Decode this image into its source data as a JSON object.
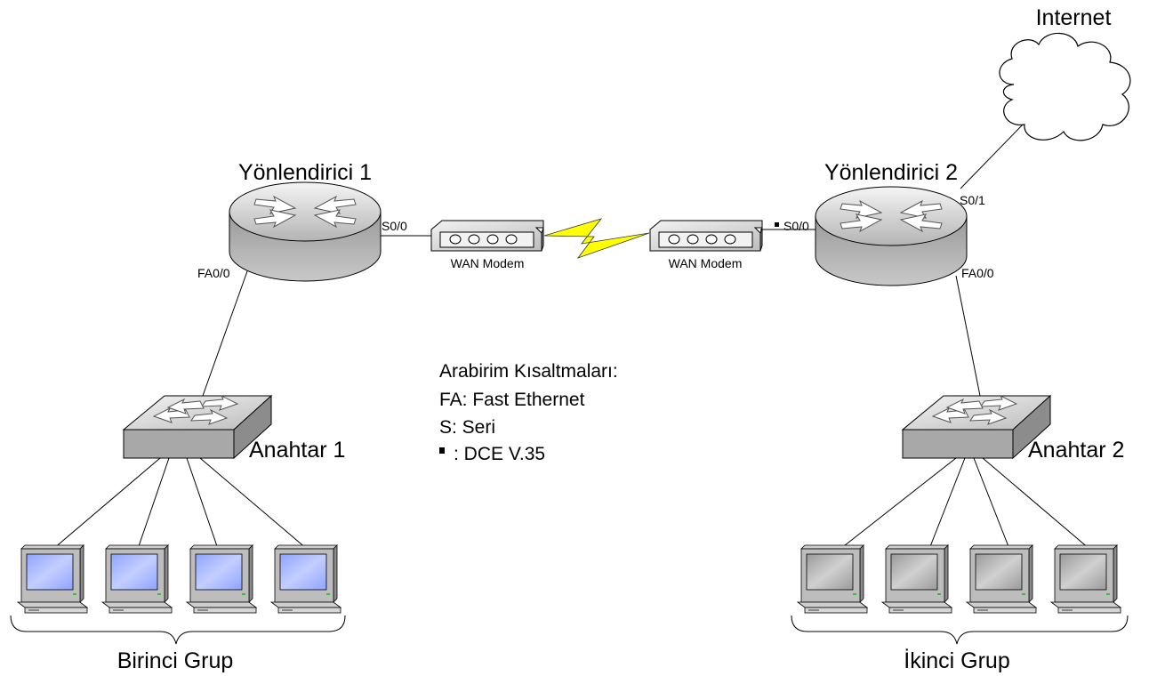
{
  "labels": {
    "router1": "Yönlendirici 1",
    "router2": "Yönlendirici 2",
    "internet": "Internet",
    "switch1": "Anahtar 1",
    "switch2": "Anahtar 2",
    "group1": "Birinci Grup",
    "group2": "İkinci Grup",
    "modem1": "WAN Modem",
    "modem2": "WAN Modem"
  },
  "interfaces": {
    "r1_serial": "S0/0",
    "r1_fast": "FA0/0",
    "r2_serial": "S0/0",
    "r2_serial1": "S0/1",
    "r2_fast": "FA0/0"
  },
  "legend": {
    "title": "Arabirim Kısaltmaları:",
    "items": [
      "FA: Fast Ethernet",
      "S: Seri",
      ": DCE V.35"
    ]
  },
  "colors": {
    "group1_screen": "#a9b8ff",
    "group2_screen": "#b9b9b9",
    "device_gray": "#a8a8a8",
    "lightning": "#ffff00"
  }
}
